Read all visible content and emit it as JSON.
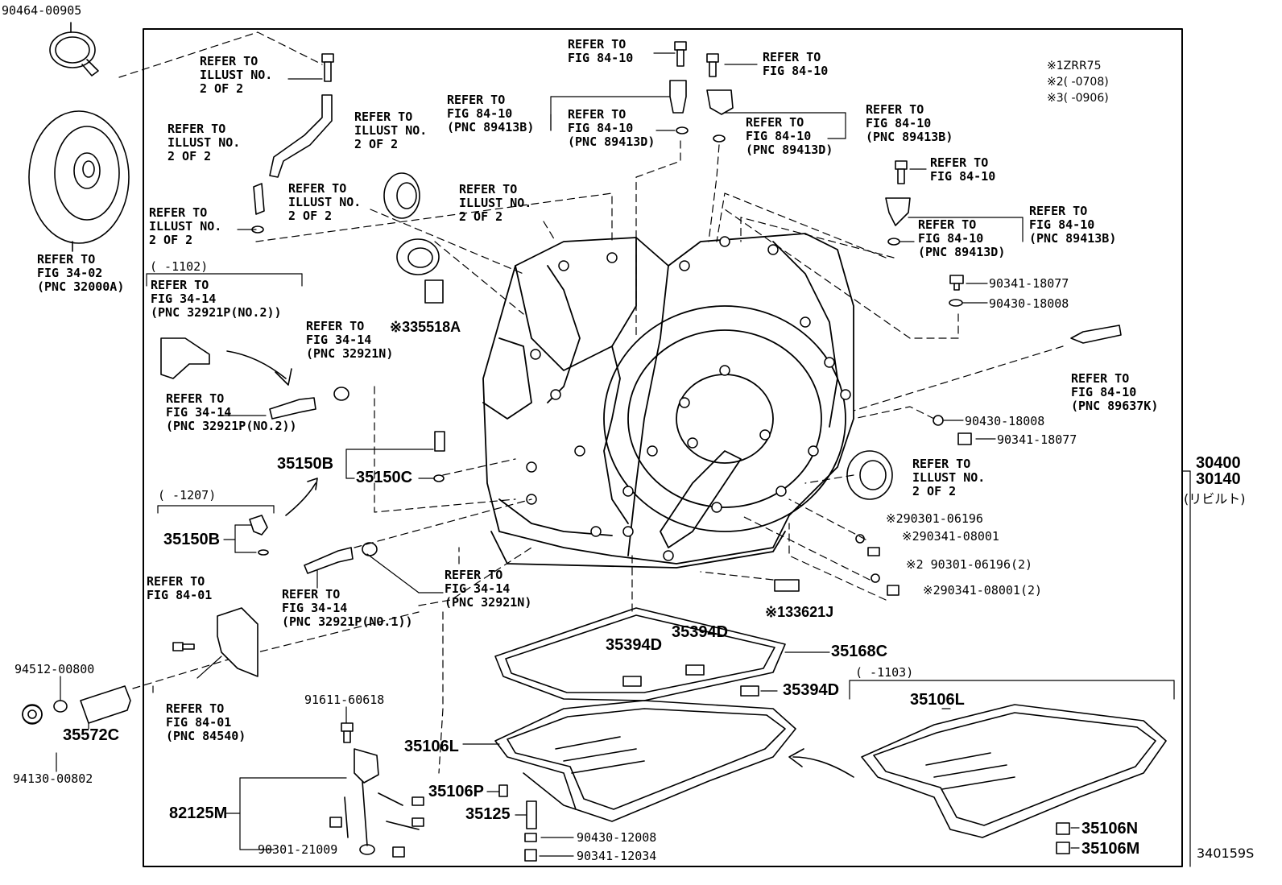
{
  "diagram_id": "340159S",
  "notes": {
    "n1": "※1ZRR75",
    "n2": "※2(    -0708)",
    "n3": "※3(    -0906)"
  },
  "refs": {
    "r1": [
      "REFER TO",
      "ILLUST NO.",
      "2 OF 2"
    ],
    "r2": [
      "REFER TO",
      "ILLUST NO.",
      "2 OF 2"
    ],
    "r3": [
      "REFER TO",
      "ILLUST NO.",
      "2 OF 2"
    ],
    "r4": [
      "REFER TO",
      "ILLUST NO.",
      "2 OF 2"
    ],
    "r5": [
      "REFER TO",
      "ILLUST NO.",
      "2 OF 2"
    ],
    "r6": [
      "REFER TO",
      "ILLUST NO.",
      "2 OF 2"
    ],
    "r7": [
      "REFER TO",
      "FIG 84-10"
    ],
    "r8": [
      "REFER TO",
      "FIG 84-10",
      "(PNC 89413B)"
    ],
    "r9": [
      "REFER TO",
      "FIG 84-10",
      "(PNC 89413D)"
    ],
    "r10": [
      "REFER TO",
      "FIG 84-10"
    ],
    "r11": [
      "REFER TO",
      "FIG 84-10",
      "(PNC 89413D)"
    ],
    "r12": [
      "REFER TO",
      "FIG 84-10",
      "(PNC 89413B)"
    ],
    "r13": [
      "REFER TO",
      "FIG 84-10"
    ],
    "r14": [
      "REFER TO",
      "FIG 84-10",
      "(PNC 89413D)"
    ],
    "r15": [
      "REFER TO",
      "FIG 84-10",
      "(PNC 89413B)"
    ],
    "r16": [
      "REFER TO",
      "FIG 84-10",
      "(PNC 89637K)"
    ],
    "r17": [
      "REFER TO",
      "FIG 34-02",
      "(PNC 32000A)"
    ],
    "r18": [
      "REFER TO",
      "FIG 34-14",
      "(PNC 32921P(NO.2))"
    ],
    "r19": [
      "REFER TO",
      "FIG 34-14",
      "(PNC 32921N)"
    ],
    "r20": [
      "REFER TO",
      "FIG 34-14",
      "(PNC 32921P(NO.2))"
    ],
    "r21": [
      "REFER TO",
      "FIG 34-14",
      "(PNC 32921P(NO.1))"
    ],
    "r22": [
      "REFER TO",
      "FIG 34-14",
      "(PNC 32921N)"
    ],
    "r23": [
      "REFER TO",
      "FIG 84-01"
    ],
    "r24": [
      "REFER TO",
      "FIG 84-01",
      "(PNC 84540)"
    ]
  },
  "ranges": {
    "a": "(    -1102)",
    "b": "(    -1207)",
    "c": "(    -1103)"
  },
  "parts": {
    "p90464": "90464-00905",
    "p35518A": "※335518A",
    "p90341_18077a": "90341-18077",
    "p90430_18008a": "90430-18008",
    "p90430_18008b": "90430-18008",
    "p90341_18077b": "90341-18077",
    "p30400": "30400",
    "p30140": "30140",
    "p30140_note": "(リビルト)",
    "p35150B_a": "35150B",
    "p35150C": "35150C",
    "p35150B_b": "35150B",
    "p90301_06196": "※290301-06196",
    "p90341_08001": "※290341-08001",
    "p90301_06196_2": "※2 90301-06196(2)",
    "p90341_08001_2": "※290341-08001(2)",
    "p33621J": "※133621J",
    "p35394D_a": "35394D",
    "p35394D_b": "35394D",
    "p35394D_c": "35394D",
    "p35168C": "35168C",
    "p35106L_a": "35106L",
    "p35106L_b": "35106L",
    "p35106P": "35106P",
    "p35125": "35125",
    "p90430_12008": "90430-12008",
    "p90341_12034": "90341-12034",
    "p35106N": "35106N",
    "p35106M": "35106M",
    "p91611": "91611-60618",
    "p82125M": "82125M",
    "p90301_21009": "90301-21009",
    "p94512": "94512-00800",
    "p35572C": "35572C",
    "p94130": "94130-00802"
  }
}
